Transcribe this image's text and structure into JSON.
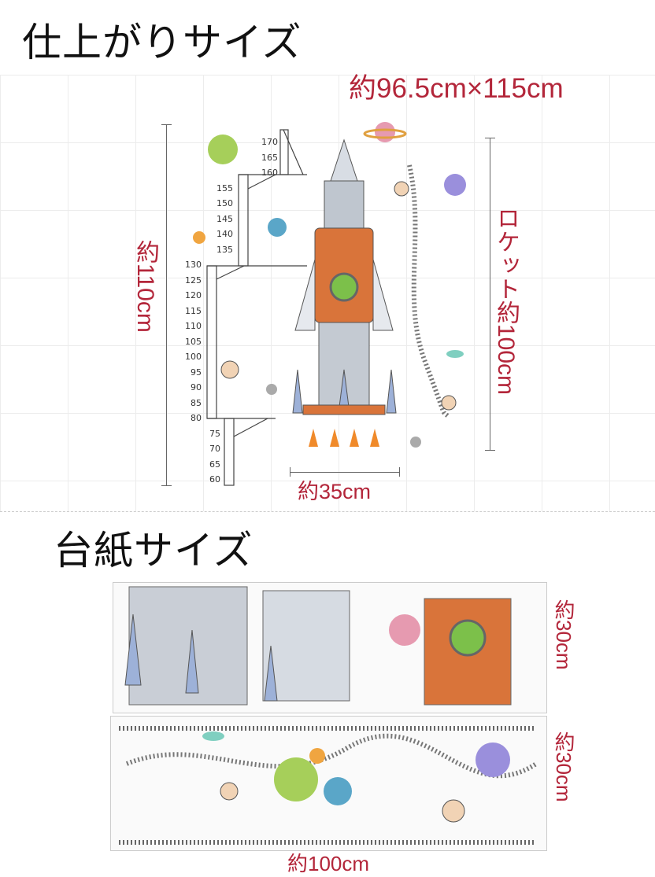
{
  "finished_size": {
    "heading": "仕上がりサイズ",
    "overall": "約96.5cm×115cm",
    "height": "約110cm",
    "rocket_height": "ロケット約100cm",
    "rocket_width": "約35cm"
  },
  "ruler_values": [
    170,
    165,
    160,
    155,
    150,
    145,
    140,
    135,
    130,
    125,
    120,
    115,
    110,
    105,
    100,
    95,
    90,
    85,
    80,
    75,
    70,
    65,
    60
  ],
  "sheet_size": {
    "heading": "台紙サイズ",
    "sheet1_height": "約30cm",
    "sheet2_height": "約30cm",
    "width": "約100cm"
  },
  "colors": {
    "accent_red": "#b3263a",
    "rocket_orange": "#d9743a",
    "planet_green": "#a6cf5a",
    "planet_blue": "#5aa6c8",
    "planet_purple": "#9a8fdc",
    "planet_pink": "#e69ab0"
  }
}
